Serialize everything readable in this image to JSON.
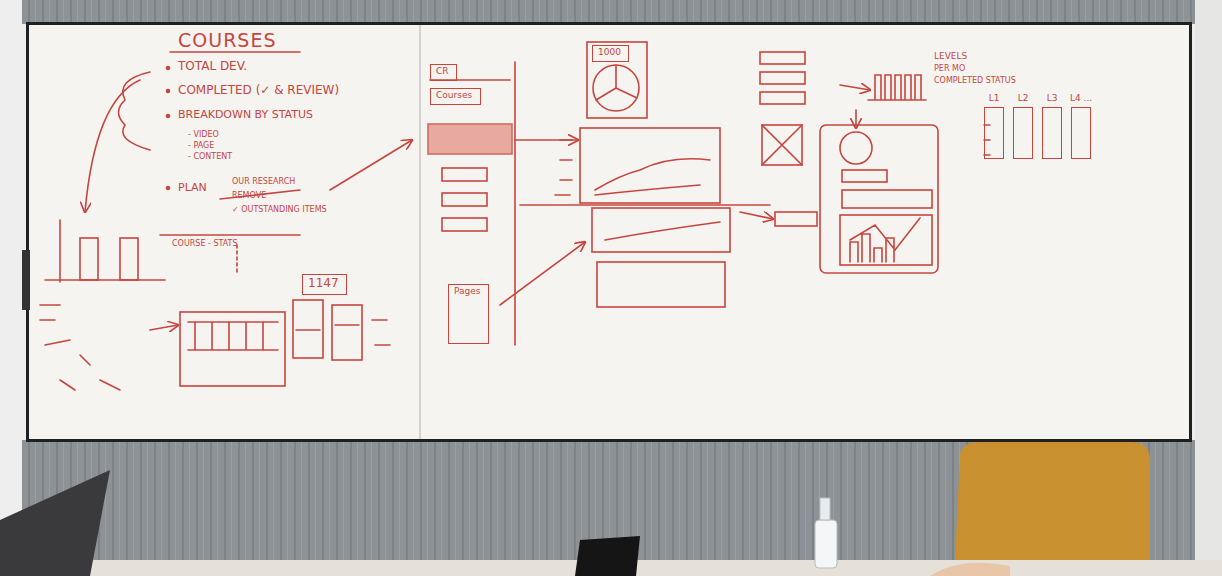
{
  "diagram": {
    "title": "COURSES",
    "nodes": [
      {
        "text": [
          "1147"
        ]
      },
      {
        "text": [
          "1000"
        ]
      },
      {
        "text": [
          "CR"
        ]
      },
      {
        "text": [
          "Courses"
        ]
      },
      {
        "text": [
          "Pages"
        ]
      },
      {
        "text": [
          "L1"
        ]
      },
      {
        "text": [
          "L2"
        ]
      },
      {
        "text": [
          "L3"
        ]
      },
      {
        "text": [
          "L4 ..."
        ]
      }
    ],
    "labels": [
      "TOTAL DEV.",
      "COMPLETED (✓ & REVIEW)",
      "BREAKDOWN BY STATUS",
      "- VIDEO",
      "- PAGE",
      "- CONTENT",
      "PLAN",
      "OUR RESEARCH",
      "REMOVE",
      "✓ OUTSTANDING ITEMS",
      "COURSE - STATS",
      "LEVELS",
      "PER MO",
      "COMPLETED STATUS"
    ]
  }
}
